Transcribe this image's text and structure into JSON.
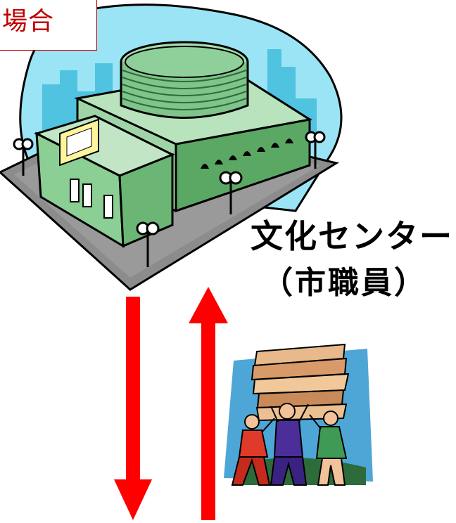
{
  "case_label": "場合",
  "center": {
    "name": "文化センター",
    "role": "（市職員）"
  },
  "colors": {
    "arrow": "#ff0000",
    "label_border": "#c00000",
    "building_green": "#7fc48a",
    "sky": "#9ae4f5"
  },
  "illustrations": {
    "building": "cultural-center-building-illustration",
    "people": "people-carrying-papers-illustration"
  }
}
